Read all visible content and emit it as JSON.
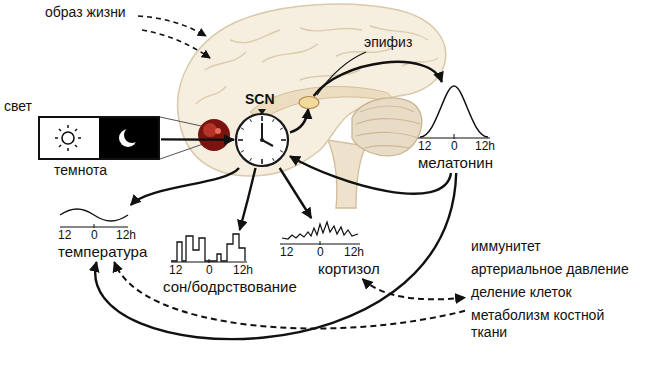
{
  "diagram": {
    "nodes": [
      {
        "text": [
          "свет",
          "темнота"
        ]
      },
      {
        "text": [
          "SCN"
        ]
      },
      {
        "text": [
          "эпифиз"
        ]
      },
      {
        "text": [
          "12",
          "0",
          "12h",
          "мелатонин"
        ]
      },
      {
        "text": [
          "12",
          "0",
          "12h",
          "температура"
        ]
      },
      {
        "text": [
          "12",
          "0",
          "12h",
          "сон/бодрствование"
        ]
      },
      {
        "text": [
          "12",
          "0",
          "12h",
          "кортизол"
        ]
      },
      {
        "text": [
          "иммунитет",
          "артериальное давление",
          "деление клеток",
          "метаболизм костной ткани"
        ]
      }
    ],
    "edges": [
      {
        "from": 0,
        "to": 1,
        "arrow": "to"
      },
      {
        "from": 1,
        "to": 2,
        "arrow": "to"
      },
      {
        "from": 2,
        "to": 3,
        "arrow": "to"
      },
      {
        "from": 3,
        "to": 1,
        "arrow": "to"
      },
      {
        "from": 1,
        "to": 4,
        "arrow": "to"
      },
      {
        "from": 1,
        "to": 5,
        "arrow": "to"
      },
      {
        "from": 1,
        "to": 6,
        "arrow": "to"
      },
      {
        "from": 3,
        "to": 4,
        "arrow": "to"
      },
      {
        "from": 7,
        "to": 4,
        "arrow": "to"
      },
      {
        "from": 6,
        "to": 7,
        "arrow": "both"
      }
    ],
    "labels": [
      "образ жизни"
    ]
  }
}
